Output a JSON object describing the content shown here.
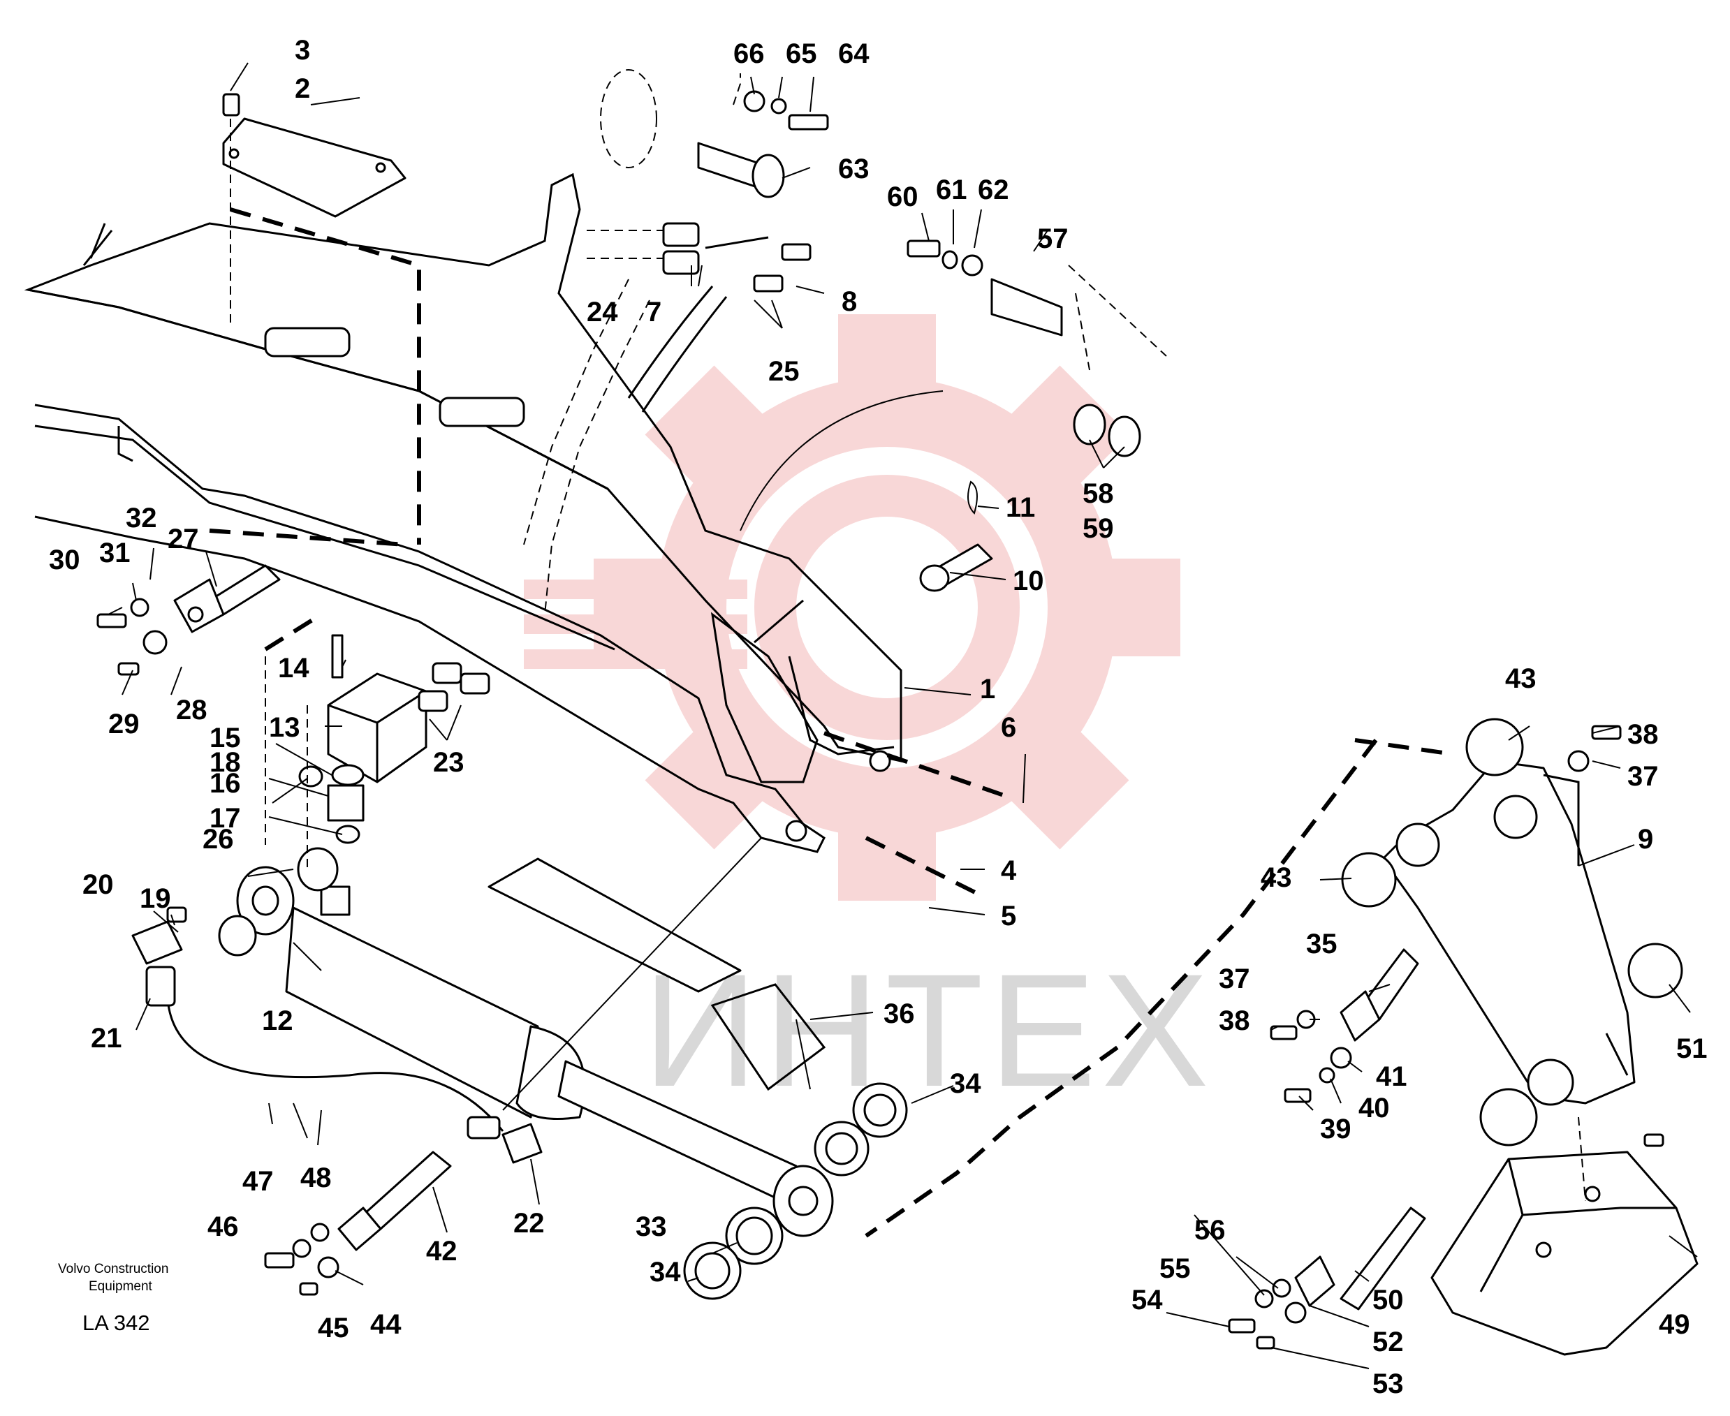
{
  "caption": {
    "company": "Volvo Construction",
    "company_line2": "Equipment",
    "drawing_code": "LA 342"
  },
  "watermark": {
    "text": "ИНТЕХ",
    "color": "#f3b8b8"
  },
  "callouts": [
    "1",
    "2",
    "3",
    "4",
    "5",
    "6",
    "7",
    "8",
    "9",
    "10",
    "11",
    "12",
    "13",
    "14",
    "15",
    "16",
    "17",
    "18",
    "19",
    "20",
    "21",
    "22",
    "23",
    "24",
    "25",
    "26",
    "27",
    "28",
    "29",
    "30",
    "31",
    "32",
    "33",
    "34",
    "34",
    "35",
    "36",
    "37",
    "37",
    "38",
    "38",
    "39",
    "40",
    "41",
    "42",
    "43",
    "43",
    "44",
    "45",
    "46",
    "47",
    "48",
    "49",
    "50",
    "51",
    "52",
    "53",
    "54",
    "55",
    "56",
    "57",
    "58",
    "59",
    "60",
    "61",
    "62",
    "63",
    "64",
    "65",
    "66"
  ]
}
